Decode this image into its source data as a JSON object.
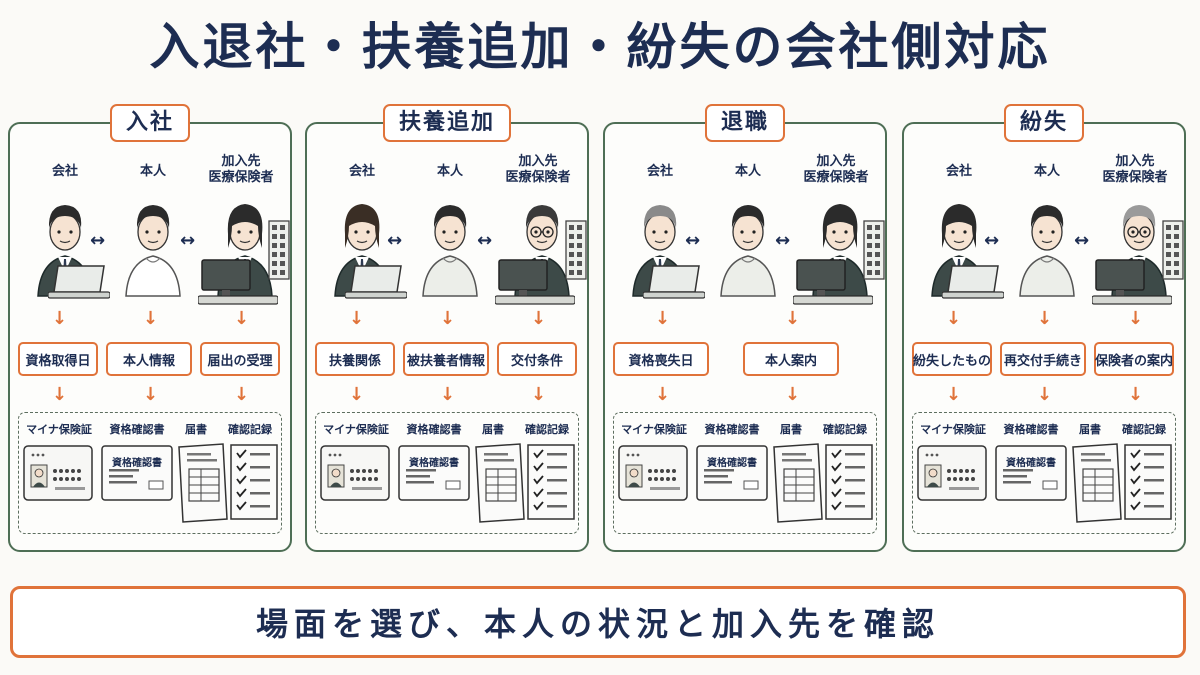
{
  "title": "入退社・扶養追加・紛失の会社側対応",
  "footer": "場面を選び、本人の状況と加入先を確認",
  "colors": {
    "accent": "#e0733a",
    "navy": "#1d2d52",
    "frame": "#4e6e55"
  },
  "panels": [
    {
      "label": "入社",
      "roles": [
        "会社",
        "本人",
        "加入先\n医療保険者"
      ],
      "items": [
        "資格取得日",
        "本人情報",
        "届出の受理"
      ],
      "docs": [
        "マイナ保険証",
        "資格確認書",
        "届書",
        "確認記録"
      ],
      "doc_inner": "資格確認書"
    },
    {
      "label": "扶養追加",
      "roles": [
        "会社",
        "本人",
        "加入先\n医療保険者"
      ],
      "items": [
        "扶養関係",
        "被扶養者情報",
        "交付条件"
      ],
      "docs": [
        "マイナ保険証",
        "資格確認書",
        "届書",
        "確認記録"
      ],
      "doc_inner": "資格確認書"
    },
    {
      "label": "退職",
      "roles": [
        "会社",
        "本人",
        "加入先\n医療保険者"
      ],
      "items": [
        "資格喪失日",
        "本人案内"
      ],
      "docs": [
        "マイナ保険証",
        "資格確認書",
        "届書",
        "確認記録"
      ],
      "doc_inner": "資格確認書"
    },
    {
      "label": "紛失",
      "roles": [
        "会社",
        "本人",
        "加入先\n医療保険者"
      ],
      "items": [
        "紛失したもの",
        "再交付手続き",
        "保険者の案内"
      ],
      "docs": [
        "マイナ保険証",
        "資格確認書",
        "届書",
        "確認記録"
      ],
      "doc_inner": "資格確認書"
    }
  ]
}
